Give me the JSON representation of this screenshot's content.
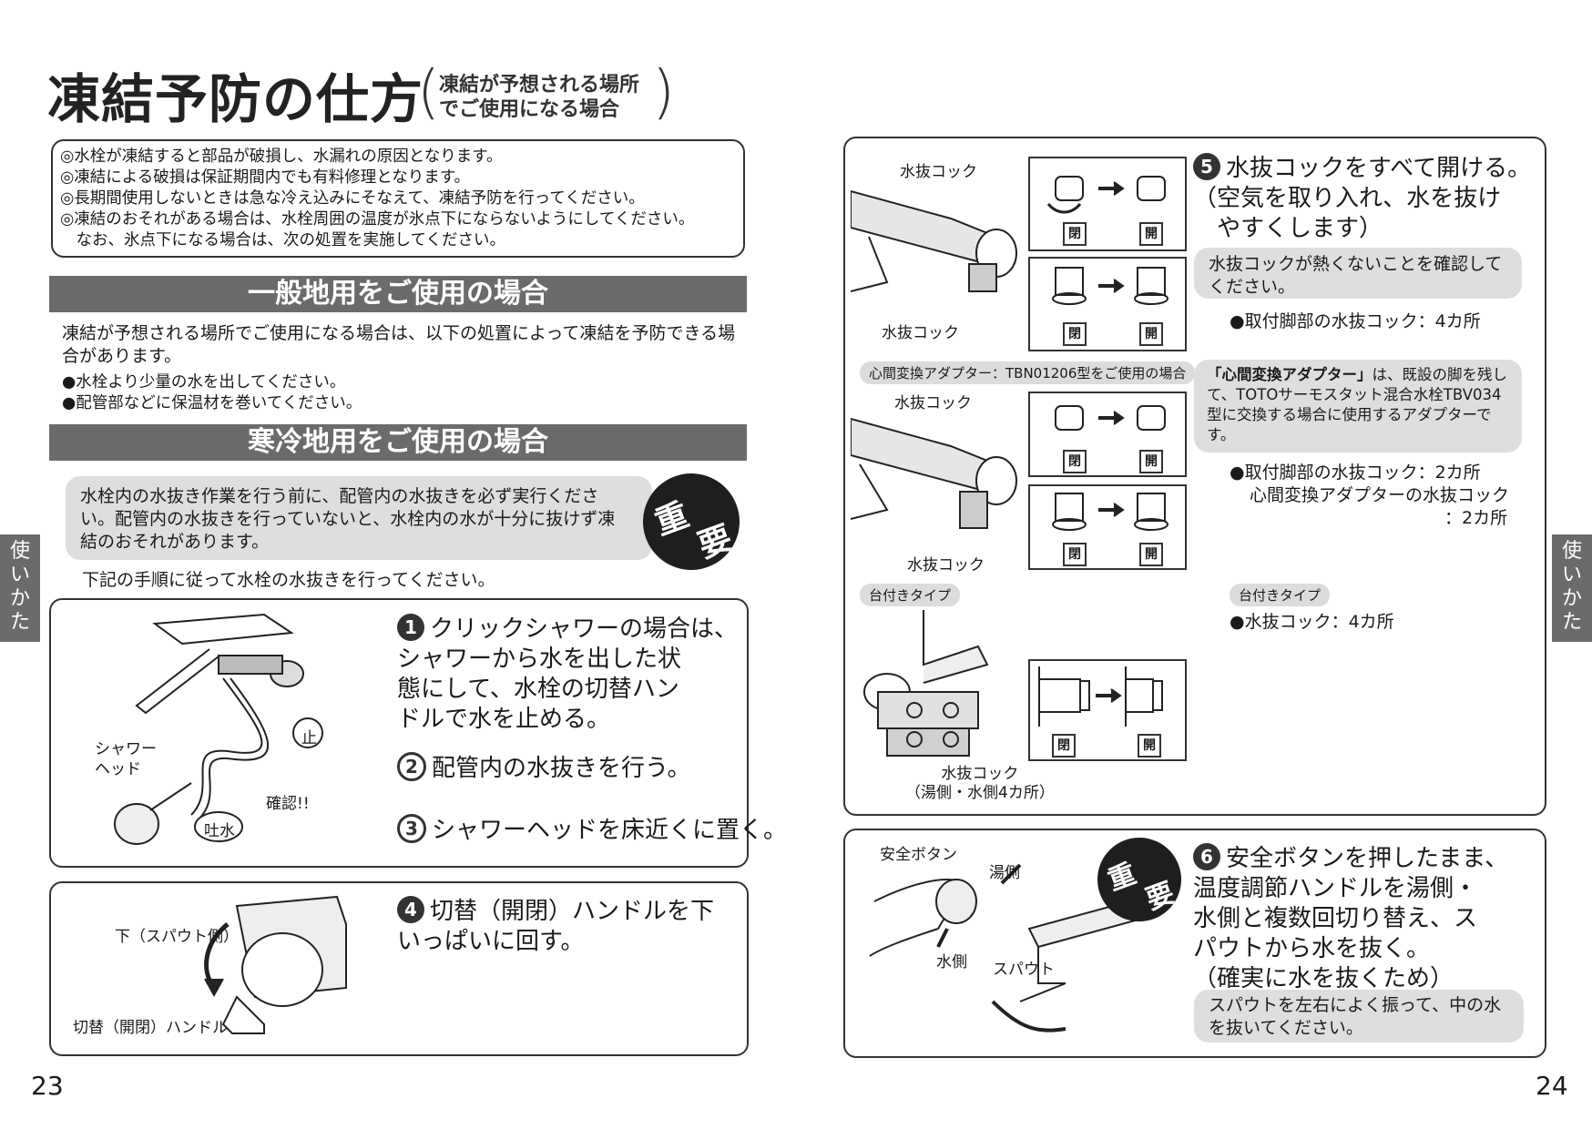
{
  "page_title": {
    "main": "凍結予防の仕方",
    "sub": "凍結が予想される場所\nでご使用になる場合",
    "paren_open": "(",
    "paren_close": ")"
  },
  "notes": [
    "◎水栓が凍結すると部品が破損し、水漏れの原因となります。",
    "◎凍結による破損は保証期間内でも有料修理となります。",
    "◎長期間使用しないときは急な冷え込みにそなえて、凍結予防を行ってください。",
    "◎凍結のおそれがある場合は、水栓周囲の温度が氷点下にならないようにしてください。",
    "　なお、氷点下になる場合は、次の処置を実施してください。"
  ],
  "general": {
    "heading": "一般地用をご使用の場合",
    "text": "凍結が予想される場所でご使用になる場合は、以下の処置によって凍結を予防できる場合があります。",
    "bullets": [
      "●水栓より少量の水を出してください。",
      "●配管部などに保温材を巻いてください。"
    ]
  },
  "cold": {
    "heading": "寒冷地用をご使用の場合",
    "warning": "水栓内の水抜き作業を行う前に、配管内の水抜きを必ず実行ください。配管内の水抜きを行っていないと、水栓内の水が十分に抜けず凍結のおそれがあります。",
    "juyo_1": "重",
    "juyo_2": "要",
    "instruction": "下記の手順に従って水栓の水抜きを行ってください。"
  },
  "steps": {
    "s1_num": "1",
    "s1": "クリックシャワーの場合は、\nシャワーから水を出した状\n態にして、水栓の切替ハン\nドルで水を止める。",
    "s2_num": "2",
    "s2": "配管内の水抜きを行う。",
    "s3_num": "3",
    "s3": "シャワーヘッドを床近くに置く。",
    "s4_num": "4",
    "s4": "切替（開閉）ハンドルを下\nいっぱいに回す。",
    "s5_num": "5",
    "s5": "水抜コックをすべて開ける。\n（空気を取り入れ、水を抜け\n　やすくします）",
    "s6_num": "6",
    "s6": "安全ボタンを押したまま、\n温度調節ハンドルを湯側・\n水側と複数回切り替え、ス\nパウトから水を抜く。\n（確実に水を抜くため）"
  },
  "fig1_labels": {
    "tome": "止",
    "shower_head": "シャワー\nヘッド",
    "kakunin": "確認!!",
    "tosui": "吐水"
  },
  "fig4_labels": {
    "shita": "下（スパウト側）",
    "handle": "切替（開閉）ハンドル"
  },
  "fig5_labels": {
    "cock_a": "水抜コック",
    "cock_b": "水抜コック",
    "cock_c": "水抜コック",
    "cock_d": "水抜コック",
    "adapter_caption": "心間変換アダプター：TBN01206型をご使用の場合",
    "daitsuki_left": "台付きタイプ",
    "cock_bottom": "水抜コック\n（湯側・水側4カ所）",
    "hei": "閉",
    "kai": "開"
  },
  "right_notes": {
    "check": "水抜コックが熱くないことを確認してください。",
    "count1": "●取付脚部の水抜コック：4カ所",
    "adapter_title": "「心間変換アダプター」",
    "adapter_text": "は、既設の脚を残して、TOTOサーモスタット混合水栓TBV034型に交換する場合に使用するアダプターです。",
    "count2": "●取付脚部の水抜コック：2カ所",
    "count3": "心間変換アダプターの水抜コック",
    "count3b": "：2カ所",
    "daitsuki_right": "台付きタイプ",
    "count4": "●水抜コック：4カ所"
  },
  "fig6_labels": {
    "safety": "安全ボタン",
    "yu": "湯側",
    "mizu": "水側",
    "spout": "スパウト"
  },
  "step6_note": "スパウトを左右によく振って、中の水を抜いてください。",
  "side_tab": "使\nい\nか\nた",
  "page_numbers": {
    "left": "23",
    "right": "24"
  }
}
